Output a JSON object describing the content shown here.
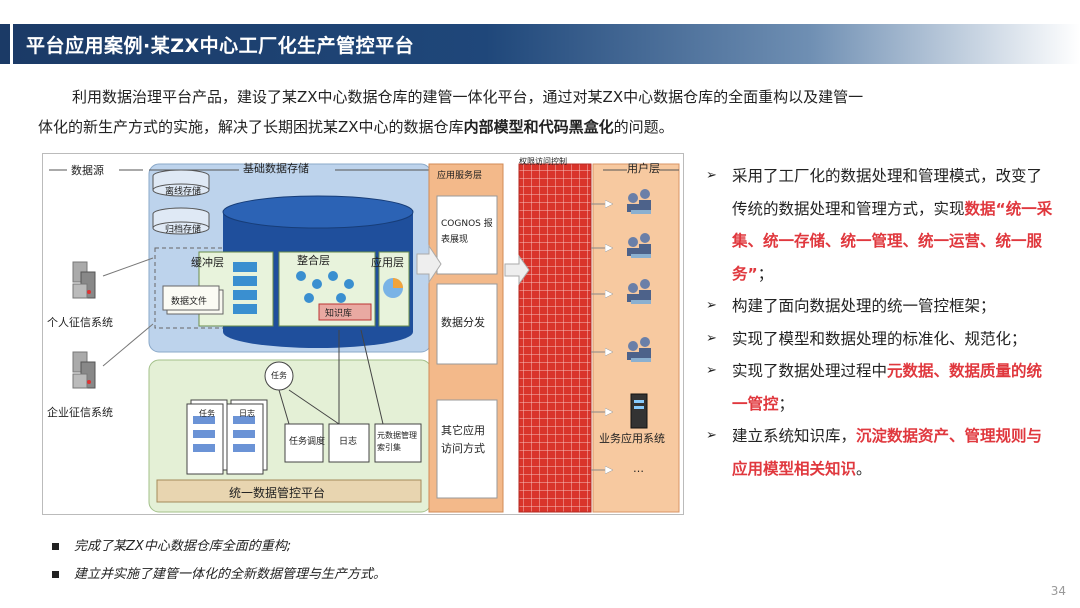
{
  "title": "平台应用案例·某ZX中心工厂化生产管控平台",
  "intro": {
    "line1": "利用数据治理平台产品，建设了某ZX中心数据仓库的建管一体化平台，通过对某ZX中心数据仓库的全面重构以及建管一",
    "line2_pre": "体化的新生产方式的实施，解决了长期困扰某ZX中心的数据仓库",
    "line2_bold": "内部模型和代码黑盒化",
    "line2_post": "的问题。"
  },
  "diagram": {
    "col_source": "数据源",
    "col_storage": "基础数据存储",
    "col_app_service": "应用服务层",
    "col_access_control": "权限访问控制",
    "col_user": "用户层",
    "sources": [
      "个人征信系统",
      "企业征信系统"
    ],
    "small_db1": "离线存储",
    "small_db2": "归档存储",
    "layer_buffer": "缓冲层",
    "layer_integrate": "整合层",
    "layer_app": "应用层",
    "data_file": "数据文件",
    "knowledge_base": "知识库",
    "task": "任务",
    "doc1": "任务",
    "doc2": "日志",
    "doc_task_schedule": "任务调度",
    "doc_log": "日志",
    "doc_meta_index": "元数据管理\n索引集",
    "platform": "统一数据管控平台",
    "app_box1": "COGNOS 报表展现",
    "app_box2": "数据分发",
    "app_box3": "其它应用访问方式",
    "business_system": "业务应用系统",
    "ellipsis": "…"
  },
  "bullets": [
    {
      "parts": [
        {
          "t": "采用了工厂化的数据处理和管理模式，改变了传统的数据处理和管理方式，实现",
          "red": false
        },
        {
          "t": "数据“统一采集、统一存储、统一管理、统一运营、统一服务”",
          "red": true
        },
        {
          "t": "；",
          "red": false
        }
      ]
    },
    {
      "parts": [
        {
          "t": "构建了面向数据处理的统一管控框架；",
          "red": false
        }
      ]
    },
    {
      "parts": [
        {
          "t": "实现了模型和数据处理的标准化、规范化；",
          "red": false
        }
      ]
    },
    {
      "parts": [
        {
          "t": "实现了数据处理过程中",
          "red": false
        },
        {
          "t": "元数据、数据质量的统一管控",
          "red": true
        },
        {
          "t": "；",
          "red": false
        }
      ]
    },
    {
      "parts": [
        {
          "t": "建立系统知识库，",
          "red": false
        },
        {
          "t": "沉淀数据资产、管理规则与应用模型相关知识",
          "red": true
        },
        {
          "t": "。",
          "red": false
        }
      ]
    }
  ],
  "bullet_marker": "➢",
  "summary": [
    "完成了某ZX中心数据仓库全面的重构;",
    "建立并实施了建管一体化的全新数据管理与生产方式。"
  ],
  "page_number": "34",
  "colors": {
    "title_bg": "#1b3a66",
    "storage_bg": "#bdd3ec",
    "platform_bg": "#e4f0d6",
    "app_service_bg": "#f3b98a",
    "access_control": "#d9342b",
    "user_bg": "#f7c9a0",
    "cylinder": "#1f4f9c",
    "highlight_red": "#e0383e"
  }
}
